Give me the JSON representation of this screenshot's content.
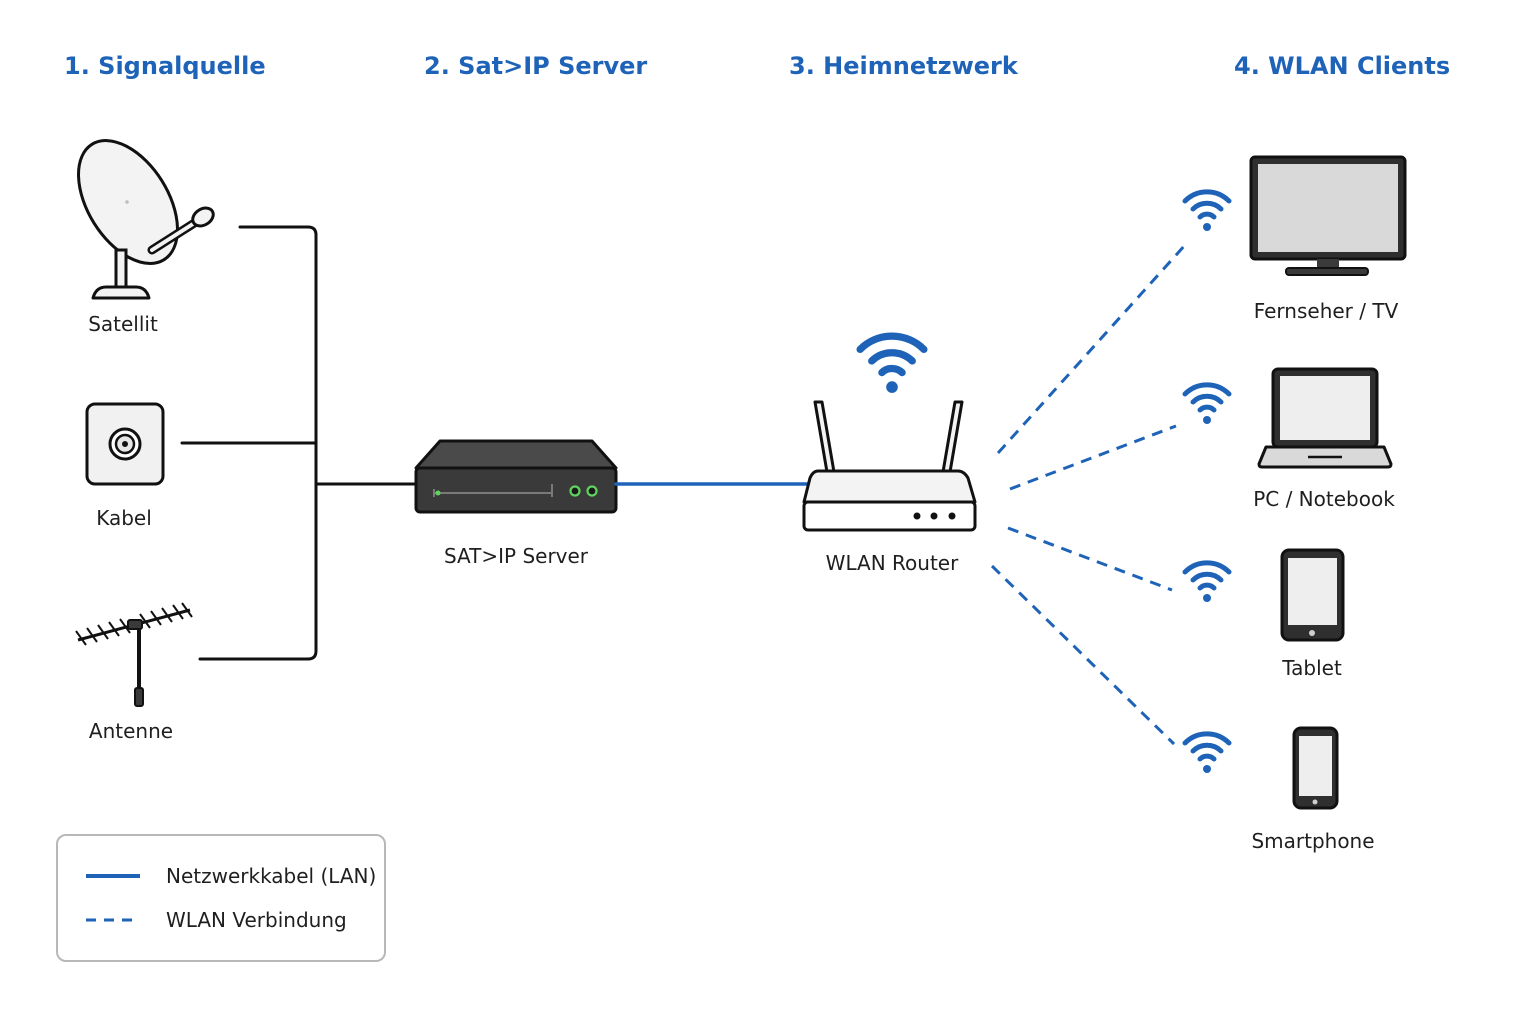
{
  "columns": {
    "signal_source": "1. Signalquelle",
    "satip_server": "2. Sat>IP Server",
    "home_network": "3. Heimnetzwerk",
    "wlan_clients": "4. WLAN Clients"
  },
  "sources": {
    "satellite": "Satellit",
    "cable": "Kabel",
    "antenna": "Antenne"
  },
  "server": {
    "label": "SAT>IP Server"
  },
  "router": {
    "label": "WLAN Router"
  },
  "clients": {
    "tv": "Fernseher / TV",
    "pc": "PC / Notebook",
    "tablet": "Tablet",
    "smartphone": "Smartphone"
  },
  "legend": {
    "lan": "Netzwerkkabel (LAN)",
    "wlan": "WLAN Verbindung"
  },
  "colors": {
    "accent": "#1e63b8",
    "line": "#111111",
    "device_dark": "#3a3a3a",
    "led_green": "#5fd35f",
    "screen_grey": "#d9d9d9",
    "legend_border": "#b8b8b8"
  },
  "icons": {
    "satellite": "satellite-dish-icon",
    "cable": "coax-socket-icon",
    "antenna": "yagi-antenna-icon",
    "server": "satip-server-icon",
    "router": "wlan-router-icon",
    "tv": "tv-icon",
    "pc": "laptop-icon",
    "tablet": "tablet-icon",
    "smartphone": "smartphone-icon",
    "wifi": "wifi-icon"
  }
}
